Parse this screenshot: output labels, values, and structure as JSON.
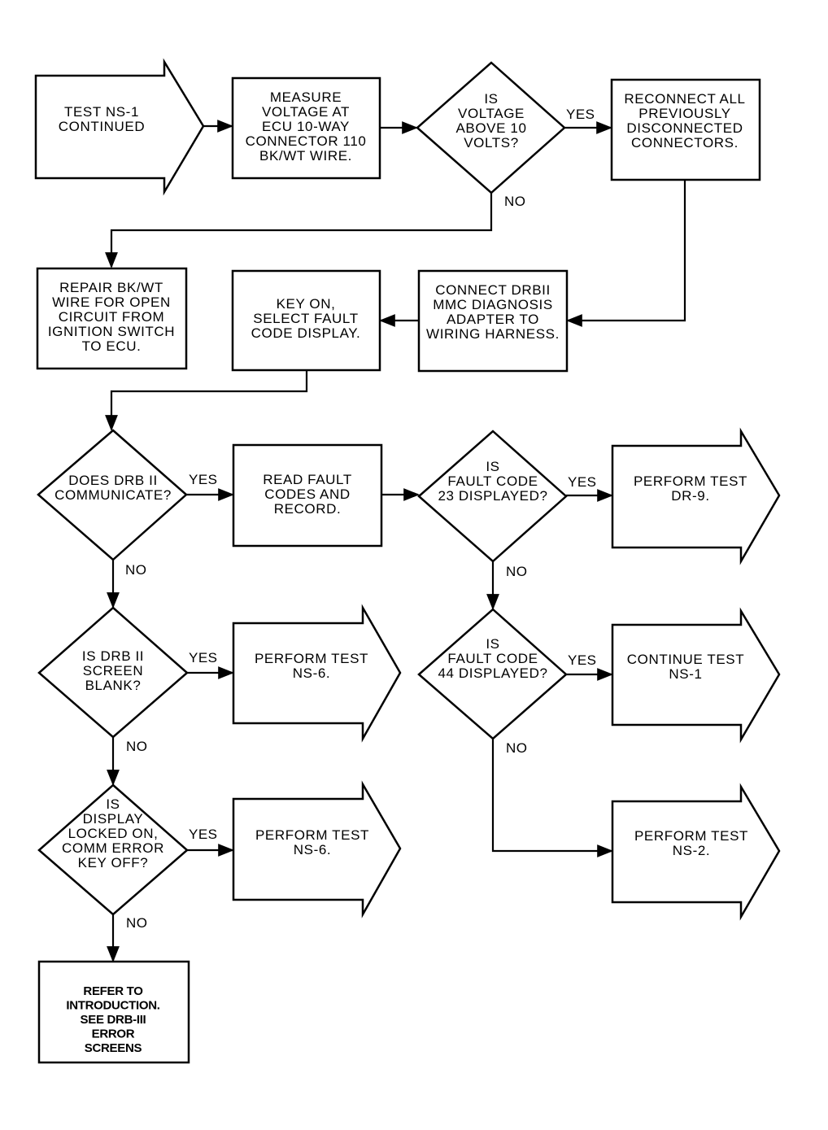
{
  "flowchart": {
    "nodes": {
      "start": [
        "TEST NS-1",
        "CONTINUED"
      ],
      "measure": [
        "MEASURE",
        "VOLTAGE AT",
        "ECU 10-WAY",
        "CONNECTOR 110",
        "BK/WT WIRE."
      ],
      "q_voltage": [
        "IS",
        "VOLTAGE",
        "ABOVE 10",
        "VOLTS?"
      ],
      "reconnect": [
        "RECONNECT ALL",
        "PREVIOUSLY",
        "DISCONNECTED",
        "CONNECTORS."
      ],
      "repair": [
        "REPAIR BK/WT",
        "WIRE FOR OPEN",
        "CIRCUIT FROM",
        "IGNITION SWITCH",
        "TO ECU."
      ],
      "connect": [
        "CONNECT DRBII",
        "MMC DIAGNOSIS",
        "ADAPTER TO",
        "WIRING HARNESS."
      ],
      "key_on": [
        "KEY ON,",
        "SELECT FAULT",
        "CODE DISPLAY."
      ],
      "q_communicate": [
        "DOES DRB II",
        "COMMUNICATE?"
      ],
      "read_codes": [
        "READ FAULT",
        "CODES AND",
        "RECORD."
      ],
      "q_code23": [
        "IS",
        "FAULT CODE",
        "23 DISPLAYED?"
      ],
      "test_dr9": [
        "PERFORM TEST",
        "DR-9."
      ],
      "q_blank": [
        "IS DRB II",
        "SCREEN",
        "BLANK?"
      ],
      "test_ns6_a": [
        "PERFORM TEST",
        "NS-6."
      ],
      "q_code44": [
        "IS",
        "FAULT CODE",
        "44 DISPLAYED?"
      ],
      "continue_ns1": [
        "CONTINUE TEST",
        "NS-1"
      ],
      "q_locked": [
        "IS",
        "DISPLAY",
        "LOCKED ON,",
        "COMM ERROR",
        "KEY OFF?"
      ],
      "test_ns6_b": [
        "PERFORM TEST",
        "NS-6."
      ],
      "test_ns2": [
        "PERFORM TEST",
        "NS-2."
      ],
      "refer": [
        "REFER TO",
        "INTRODUCTION.",
        "SEE DRB-III",
        "ERROR",
        "SCREENS"
      ]
    },
    "edge_labels": {
      "voltage_yes": "YES",
      "voltage_no": "NO",
      "communicate_yes": "YES",
      "communicate_no": "NO",
      "code23_yes": "YES",
      "code23_no": "NO",
      "blank_yes": "YES",
      "blank_no": "NO",
      "code44_yes": "YES",
      "code44_no": "NO",
      "locked_yes": "YES",
      "locked_no": "NO"
    }
  }
}
